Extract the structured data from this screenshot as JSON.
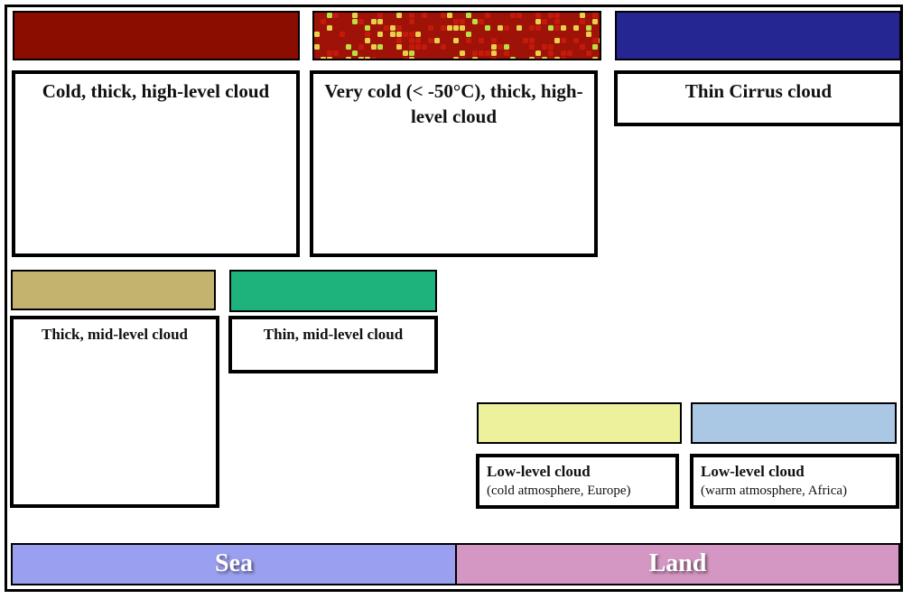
{
  "legend": {
    "items": [
      {
        "id": "cold-thick-high",
        "label": "Cold, thick, high-level cloud",
        "sublabel": null,
        "color": "#8b0d00"
      },
      {
        "id": "very-cold-thick-high",
        "label": "Very cold (< -50°C), thick, high-level cloud",
        "sublabel": null,
        "color": "#9e1208",
        "pattern_colors": [
          "#e8d04a",
          "#b8e040",
          "#c41a0c"
        ]
      },
      {
        "id": "thin-cirrus",
        "label": "Thin Cirrus cloud",
        "sublabel": null,
        "color": "#262692"
      },
      {
        "id": "thick-mid",
        "label": "Thick, mid-level cloud",
        "sublabel": null,
        "color": "#c4b36e"
      },
      {
        "id": "thin-mid",
        "label": "Thin, mid-level cloud",
        "sublabel": null,
        "color": "#1eb27c"
      },
      {
        "id": "low-cold",
        "label": "Low-level cloud",
        "sublabel": "(cold atmosphere, Europe)",
        "color": "#eef19c"
      },
      {
        "id": "low-warm",
        "label": "Low-level cloud",
        "sublabel": "(warm atmosphere, Africa)",
        "color": "#aac7e4"
      }
    ],
    "surface": [
      {
        "id": "sea",
        "label": "Sea",
        "color": "#9b9ff0"
      },
      {
        "id": "land",
        "label": "Land",
        "color": "#d497c3"
      }
    ]
  }
}
